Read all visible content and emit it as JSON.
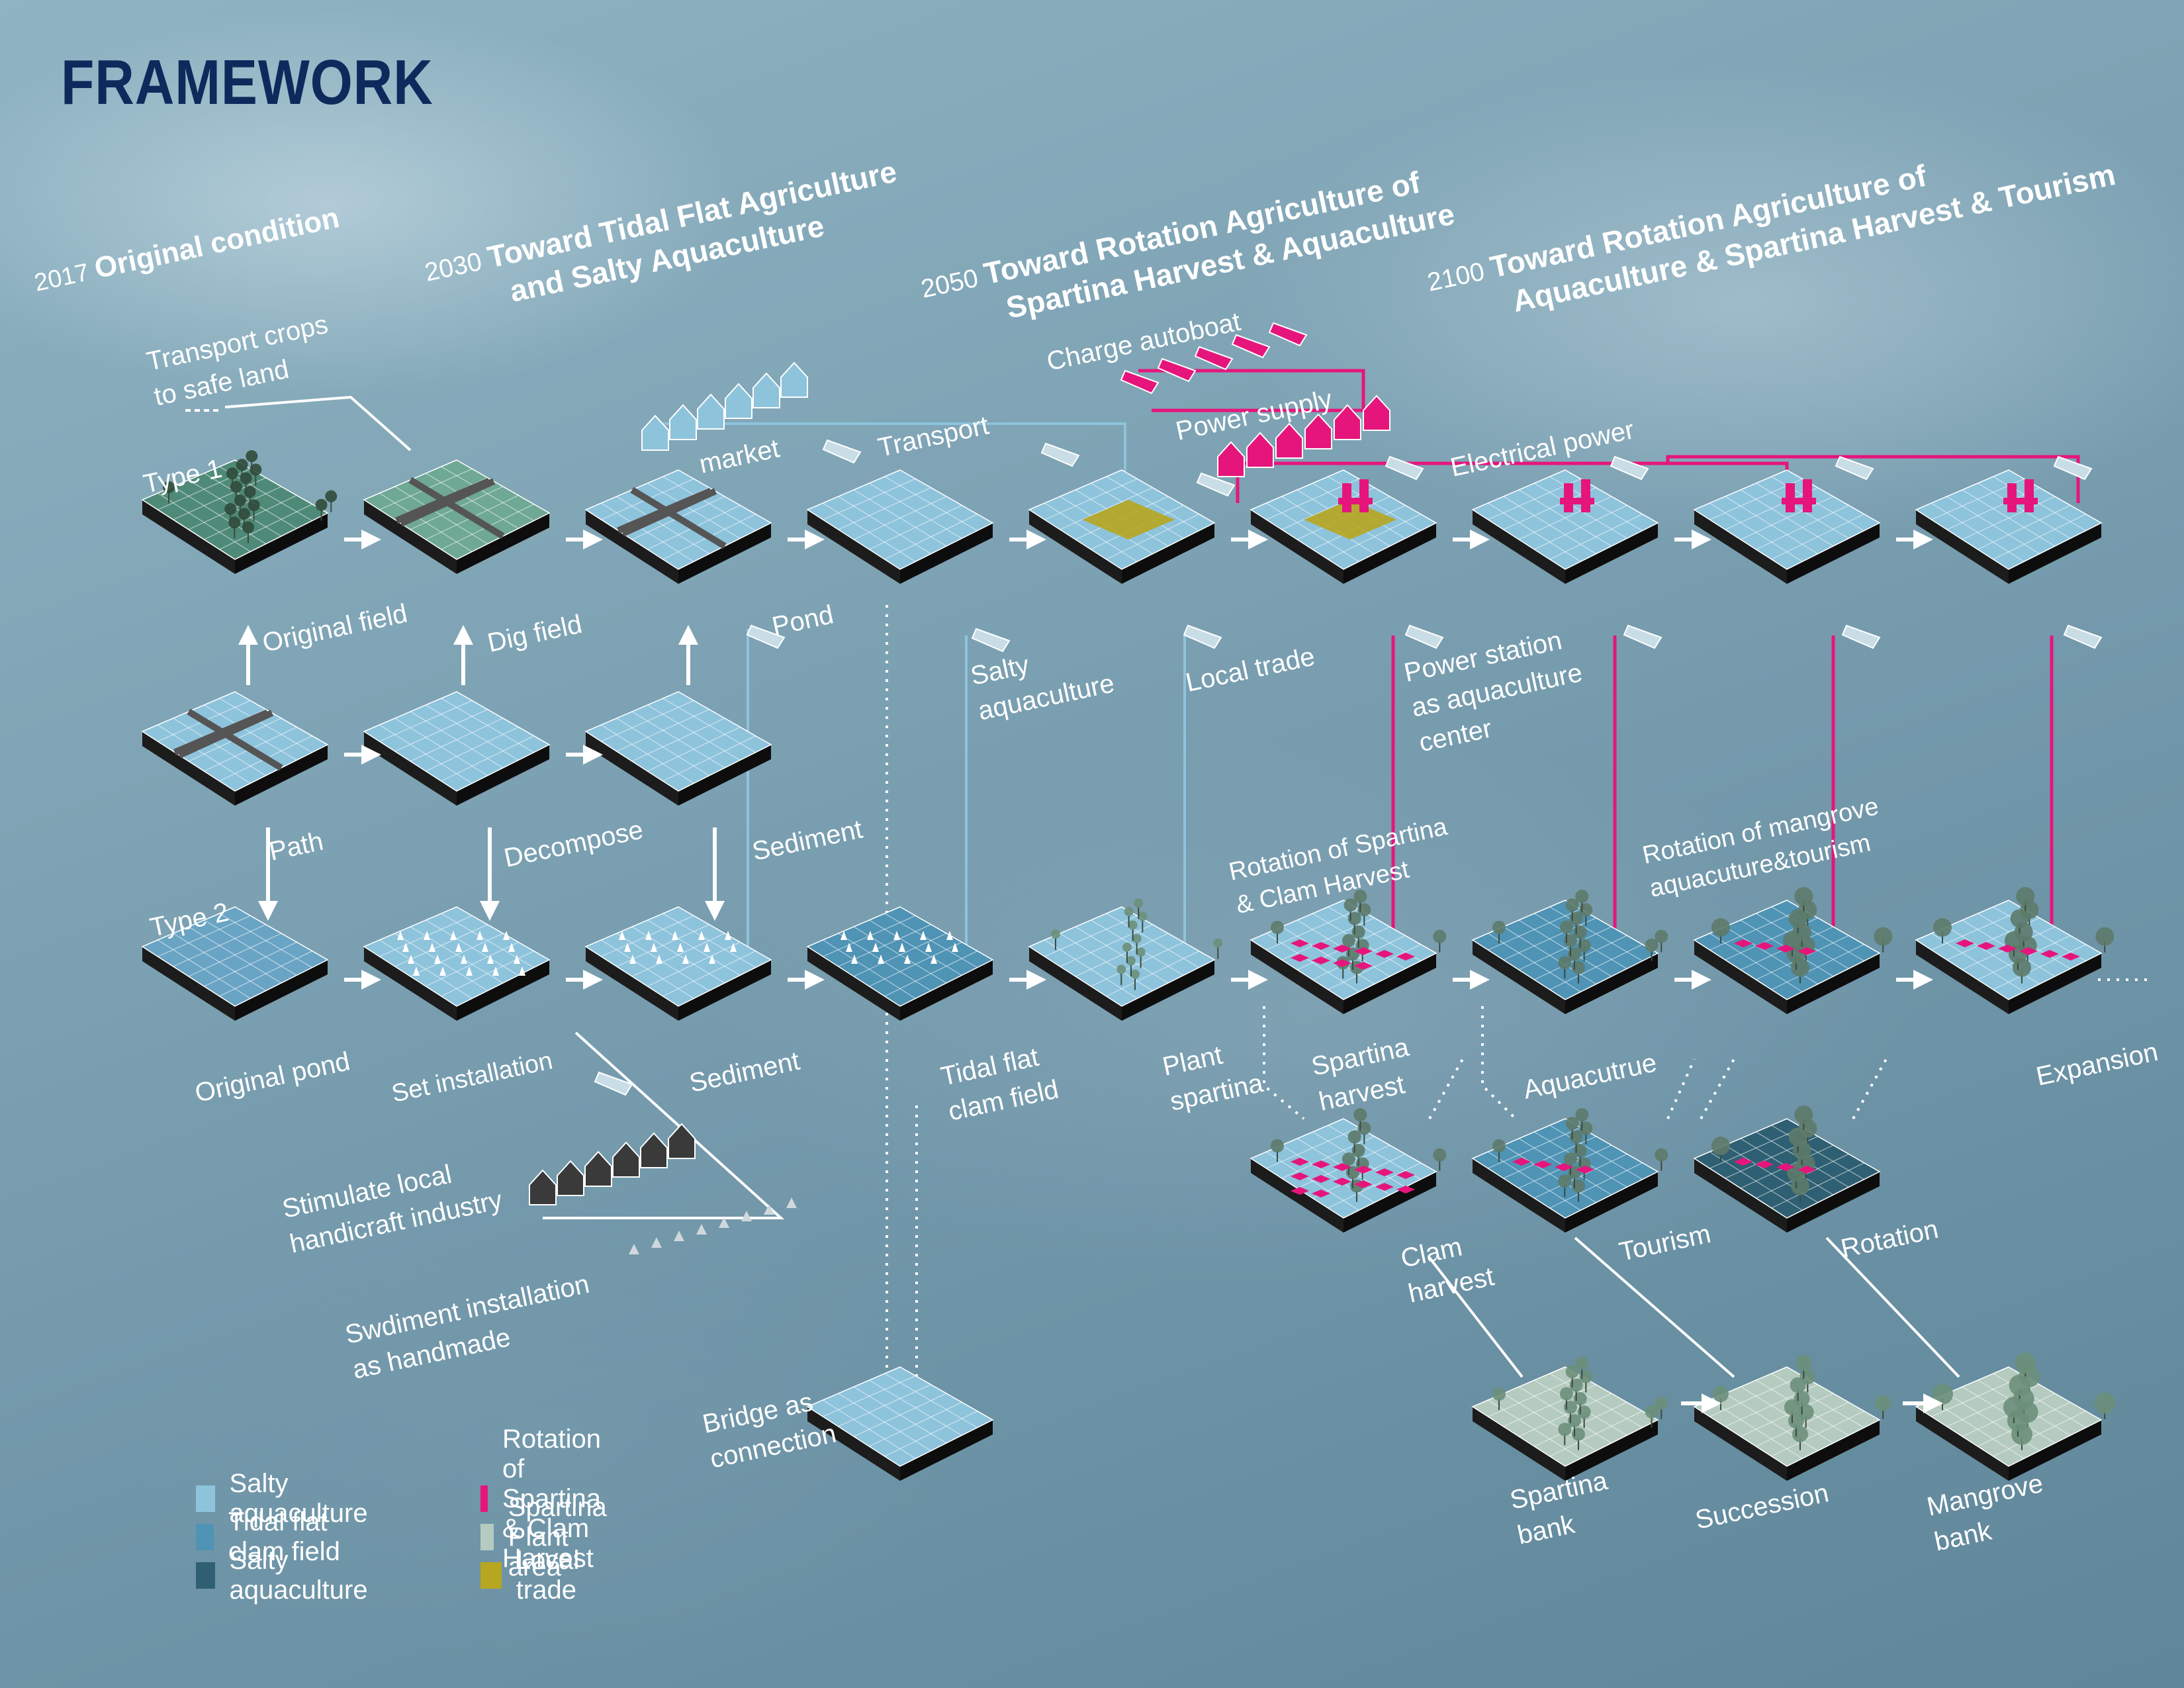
{
  "page_title": "FRAMEWORK",
  "phases": [
    {
      "year": "2017",
      "title_lines": [
        "Original condition"
      ]
    },
    {
      "year": "2030",
      "title_lines": [
        "Toward Tidal Flat Agriculture",
        "and Salty Aquaculture"
      ]
    },
    {
      "year": "2050",
      "title_lines": [
        "Toward Rotation Agriculture of",
        "Spartina Harvest & Aquaculture"
      ]
    },
    {
      "year": "2100",
      "title_lines": [
        "Toward Rotation Agriculture of",
        "Aquaculture & Spartina Harvest & Tourism"
      ]
    }
  ],
  "type_labels": {
    "type1": "Type 1",
    "type2": "Type 2"
  },
  "labels": {
    "transport_crops": [
      "Transport crops",
      "to safe land"
    ],
    "original_field": "Original field",
    "dig_field": "Dig field",
    "market": "market",
    "transport": "Transport",
    "pond": "Pond",
    "salty_aquaculture": [
      "Salty",
      "aquaculture"
    ],
    "local_trade": "Local trade",
    "charge_autoboat": "Charge autoboat",
    "power_supply": "Power supply",
    "electrical_power": "Electrical power",
    "power_station": [
      "Power station",
      "as aquaculture",
      "center"
    ],
    "path": "Path",
    "decompose": "Decompose",
    "sediment_mid": "Sediment",
    "rotation_spartina": [
      "Rotation of Spartina",
      "& Clam Harvest"
    ],
    "rotation_mangrove": [
      "Rotation of mangrove",
      "aquacuture&tourism"
    ],
    "original_pond": "Original pond",
    "set_installation": "Set installation",
    "sediment_low": "Sediment",
    "tidal_flat": [
      "Tidal flat",
      "clam field"
    ],
    "plant_spartina": [
      "Plant",
      "spartina"
    ],
    "spartina_harvest": [
      "Spartina",
      "harvest"
    ],
    "aquacutrue": "Aquacutrue",
    "expansion": "Expansion",
    "stimulate": [
      "Stimulate local",
      "handicraft industry"
    ],
    "swdiment": [
      "Swdiment installation",
      "as handmade"
    ],
    "bridge": [
      "Bridge as",
      "connection"
    ],
    "clam_harvest": [
      "Clam",
      "harvest"
    ],
    "tourism": "Tourism",
    "rotation": "Rotation",
    "spartina_bank": [
      "Spartina",
      "bank"
    ],
    "succession": "Succession",
    "mangrove_bank": [
      "Mangrove",
      "bank"
    ]
  },
  "legend": [
    {
      "label": "Salty aquaculture",
      "color": "#8ec3dc"
    },
    {
      "label": "Tidal flat clam field",
      "color": "#4f93b5"
    },
    {
      "label": "Salty aquaculture",
      "color": "#2f5f72"
    },
    {
      "label": "Rotation of Spartina & Clam Harvest",
      "color": "#e6157c"
    },
    {
      "label": "Spartina Plant area",
      "color": "#b5cbc0"
    },
    {
      "label": "Local trade",
      "color": "#b7a61f"
    }
  ],
  "colors": {
    "accent_pink": "#e6157c",
    "title_navy": "#0e2a5c",
    "flow_blue": "#8ec3dc"
  }
}
